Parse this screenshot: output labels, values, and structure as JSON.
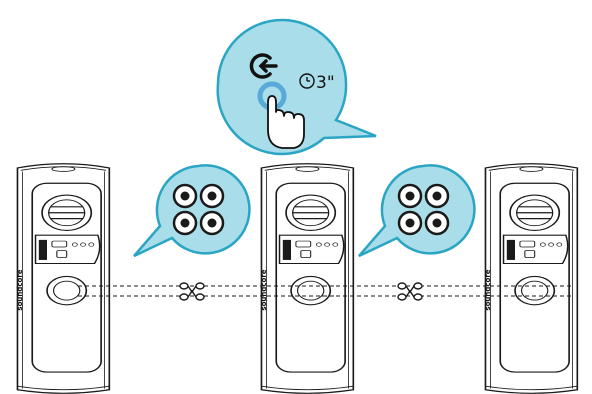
{
  "instruction": {
    "icon": "power-connect-icon",
    "timer_icon": "stopwatch-icon",
    "duration_label": "3\"",
    "gesture_icon": "tap-hand-icon"
  },
  "speakers": [
    {
      "name": "speaker-left",
      "brand": "soundcore",
      "vertical_label": "soundcore"
    },
    {
      "name": "speaker-center",
      "brand": "soundcore",
      "vertical_label": "soundcore"
    },
    {
      "name": "speaker-right",
      "brand": "soundcore",
      "vertical_label": "soundcore"
    }
  ],
  "connector_callouts": [
    {
      "name": "connector-callout-left",
      "icon": "four-pin-port-icon"
    },
    {
      "name": "connector-callout-right",
      "icon": "four-pin-port-icon"
    }
  ],
  "cables": [
    {
      "name": "link-cable-left",
      "icon": "cable-connector-icon"
    },
    {
      "name": "link-cable-right",
      "icon": "cable-connector-icon"
    }
  ],
  "colors": {
    "callout_fill": "#a9dde9",
    "callout_stroke": "#2aa5c4",
    "line": "#1a1a1a",
    "highlight": "#4da3d6"
  }
}
